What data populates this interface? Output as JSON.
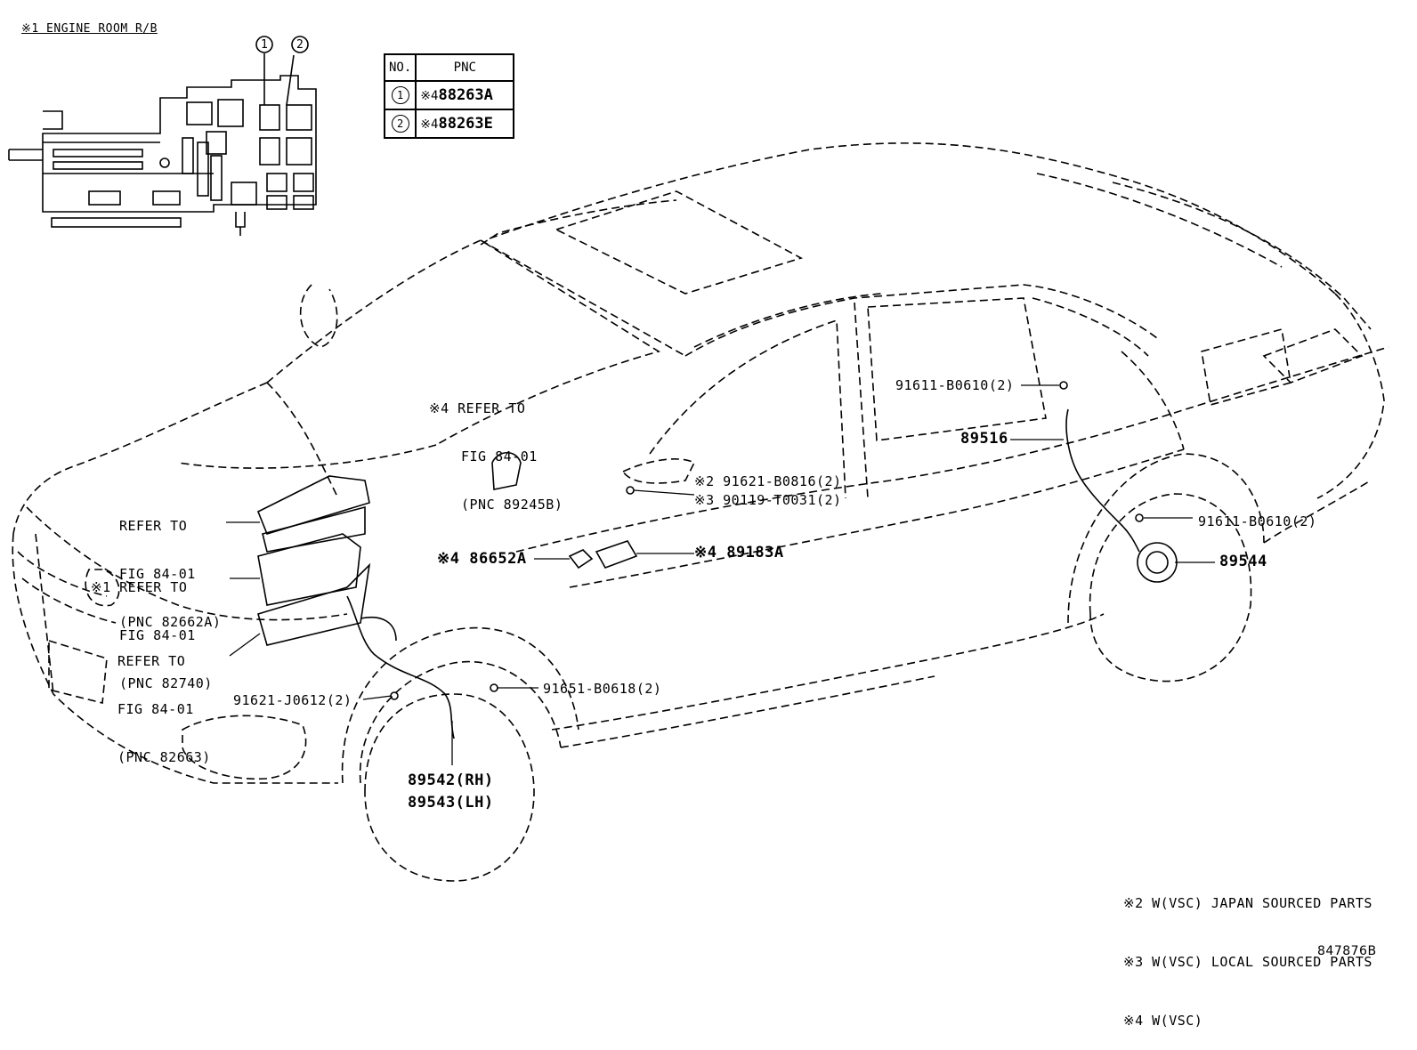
{
  "engine_room_title": "※1 ENGINE ROOM R/B",
  "relay_numbers": [
    "1",
    "2"
  ],
  "pnc_table": {
    "headers": [
      "NO.",
      "PNC"
    ],
    "rows": [
      {
        "no": "1",
        "prefix": "※4",
        "pnc": "88263A"
      },
      {
        "no": "2",
        "prefix": "※4",
        "pnc": "88263E"
      }
    ]
  },
  "refer_89245B": [
    "※4 REFER TO",
    "FIG 84-01",
    "(PNC 89245B)"
  ],
  "refer_82662A": [
    "REFER TO",
    "FIG 84-01",
    "(PNC 82662A)"
  ],
  "refer_82740": [
    "※1 REFER TO",
    "FIG 84-01",
    "(PNC 82740)"
  ],
  "refer_82663": [
    "REFER TO",
    "FIG 84-01",
    "(PNC 82663)"
  ],
  "parts": {
    "p91611_top": "91611-B0610(2)",
    "p89516": "89516",
    "p91621_B0816": "※2 91621-B0816(2)",
    "p90119": "※3 90119-T0031(2)",
    "p91611_right": "91611-B0610(2)",
    "p89544": "89544",
    "p86652A": "※4 86652A",
    "p89183A": "※4 89183A",
    "p91651": "91651-B0618(2)",
    "p91621_J0612": "91621-J0612(2)",
    "p89542": "89542(RH)",
    "p89543": "89543(LH)"
  },
  "notes": [
    "※2 W(VSC) JAPAN SOURCED PARTS",
    "※3 W(VSC) LOCAL SOURCED PARTS",
    "※4 W(VSC)"
  ],
  "figure_id": "847876B"
}
